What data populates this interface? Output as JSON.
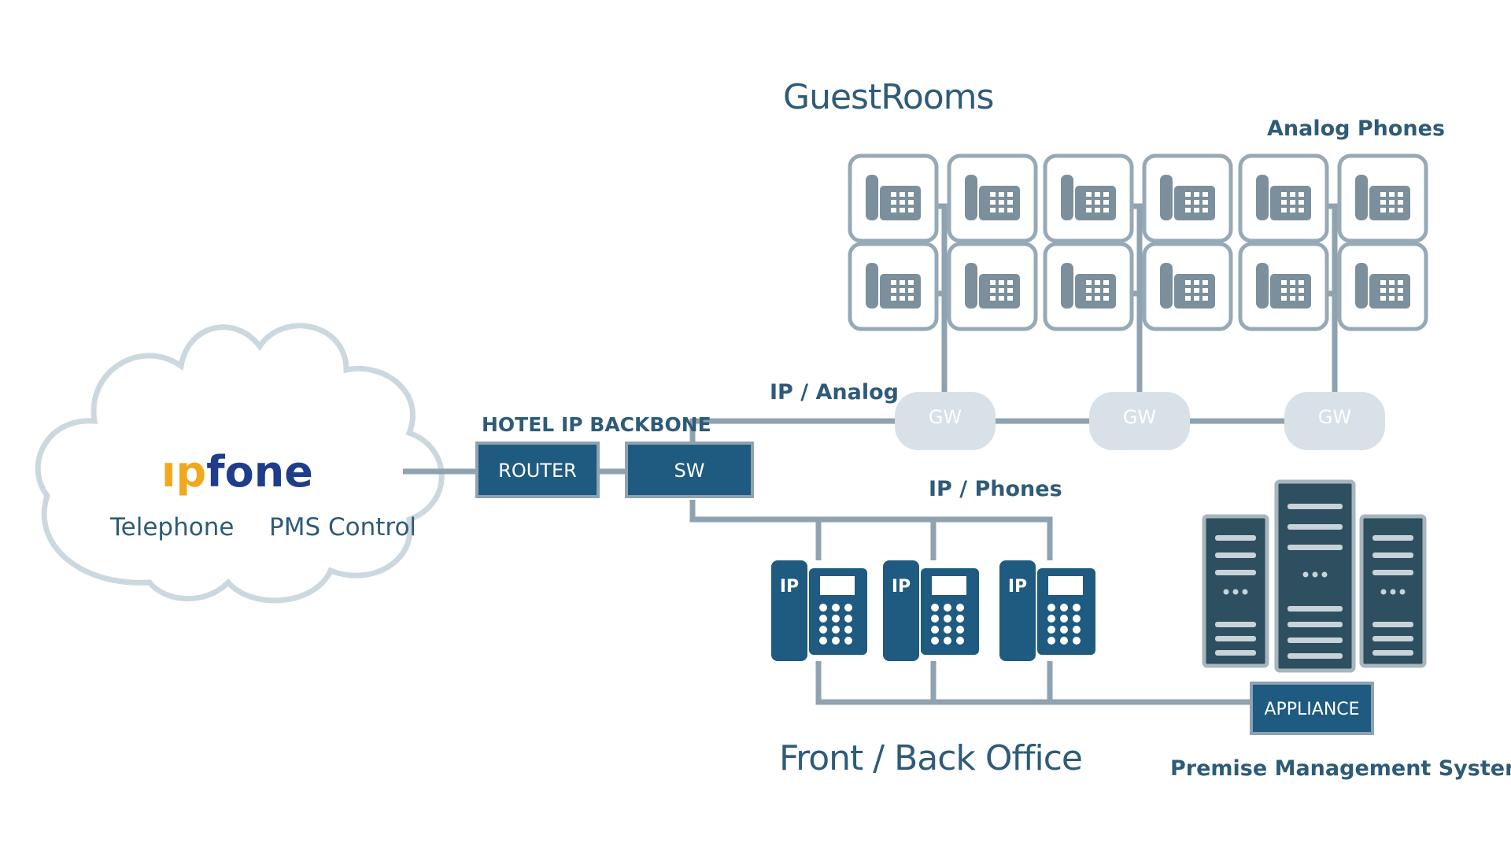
{
  "logo": {
    "part1": "ıp",
    "part2": "fone",
    "color1": "#f2a81d",
    "color2": "#1f3d8a"
  },
  "cloud": {
    "label_left": "Telephone",
    "label_right": "PMS Control"
  },
  "backbone": {
    "label": "HOTEL IP BACKBONE",
    "router": "ROUTER",
    "switch": "SW"
  },
  "guestrooms": {
    "title": "GuestRooms",
    "analog_label": "Analog Phones"
  },
  "ip_analog": {
    "label": "IP / Analog",
    "gateways": [
      "GW",
      "GW",
      "GW"
    ]
  },
  "ip_phones": {
    "label": "IP / Phones",
    "badge": "IP"
  },
  "office": {
    "title": "Front / Back Office"
  },
  "pms": {
    "appliance": "APPLIANCE",
    "title": "Premise Management System"
  },
  "colors": {
    "dark": "#1f5a80",
    "line": "#8ea2b0",
    "gateway": "#d8e1e7",
    "text": "#2e5b78"
  }
}
